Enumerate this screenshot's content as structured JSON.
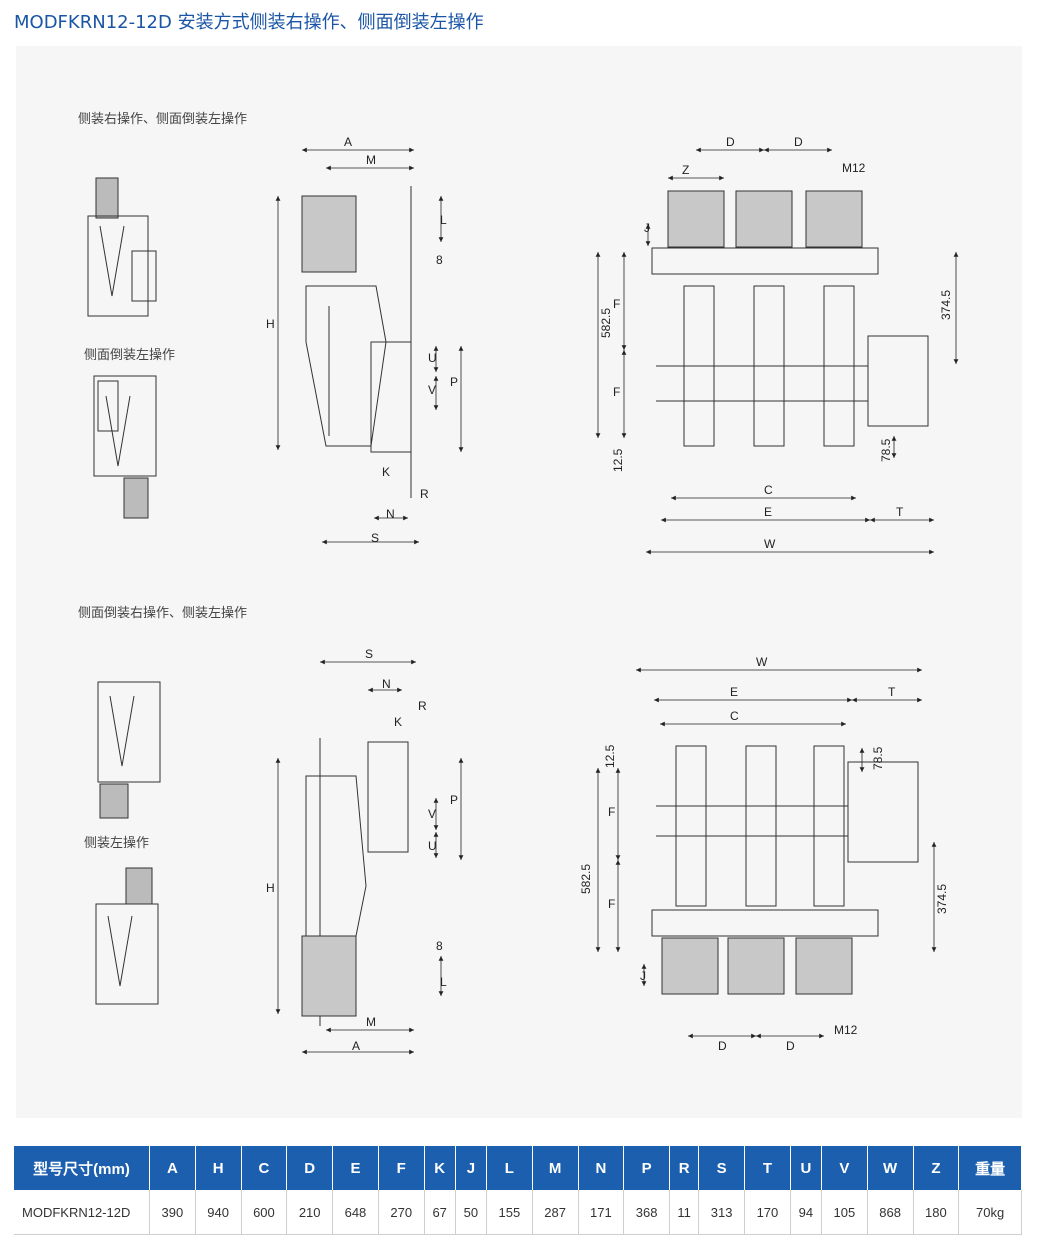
{
  "title": "MODFKRN12-12D 安装方式侧装右操作、侧面倒装左操作",
  "captions": {
    "top_section": "侧装右操作、侧面倒装左操作",
    "top_small": "侧面倒装左操作",
    "bottom_section": "侧面倒装右操作、侧装左操作",
    "bottom_small": "侧装左操作"
  },
  "dims": {
    "A": "A",
    "M": "M",
    "L": "L",
    "eight": "8",
    "H": "H",
    "U": "U",
    "V": "V",
    "P": "P",
    "K": "K",
    "R": "R",
    "N": "N",
    "S": "S",
    "D": "D",
    "Z": "Z",
    "M12": "M12",
    "J": "J",
    "F": "F",
    "d5825": "582.5",
    "d3745": "374.5",
    "d125": "12.5",
    "d785": "78.5",
    "C": "C",
    "E": "E",
    "T": "T",
    "W": "W"
  },
  "table": {
    "headers": [
      "型号尺寸(mm)",
      "A",
      "H",
      "C",
      "D",
      "E",
      "F",
      "K",
      "J",
      "L",
      "M",
      "N",
      "P",
      "R",
      "S",
      "T",
      "U",
      "V",
      "W",
      "Z",
      "重量"
    ],
    "row": [
      "MODFKRN12-12D",
      "390",
      "940",
      "600",
      "210",
      "648",
      "270",
      "67",
      "50",
      "155",
      "287",
      "171",
      "368",
      "11",
      "313",
      "170",
      "94",
      "105",
      "868",
      "180",
      "70kg"
    ]
  },
  "colors": {
    "accent": "#1c5fae",
    "title": "#1a55a6"
  }
}
